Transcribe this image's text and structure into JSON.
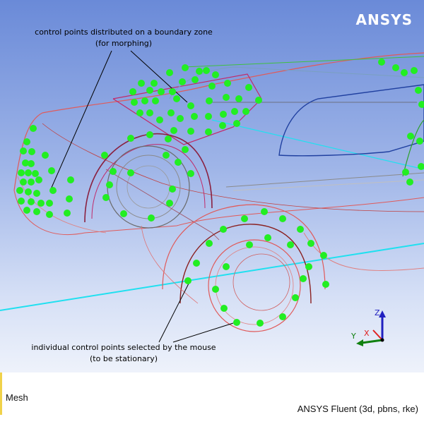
{
  "window": {
    "logo": "ANSYS",
    "status_left": "Mesh",
    "status_right": "ANSYS Fluent (3d, pbns, rke)"
  },
  "annotations": {
    "top_line1": "control points distributed on a boundary zone",
    "top_line2": "(for morphing)",
    "bottom_line1": "individual control points selected by the mouse",
    "bottom_line2": "(to be stationary)"
  },
  "axes": {
    "z": "Z",
    "y": "Y",
    "x": "X"
  },
  "colors": {
    "control_point": "#22ee22",
    "body_edge": "#e05a5a",
    "wheel_edge": "#7a7a7a",
    "window_edge": "#2040a0",
    "floor_line": "#20e0f0"
  }
}
